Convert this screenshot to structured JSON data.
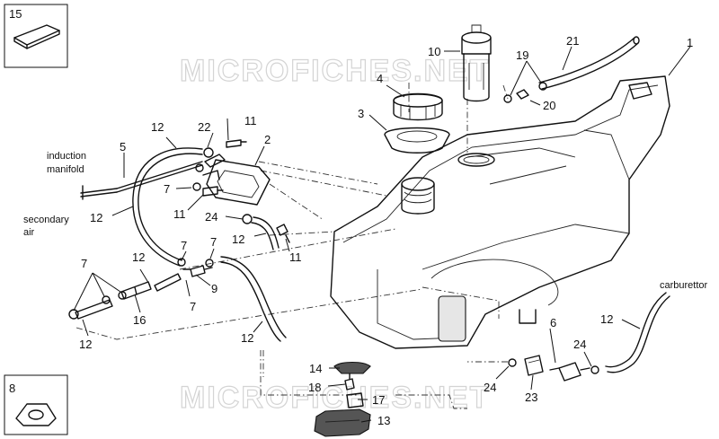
{
  "watermark": "MICROFICHES.NET",
  "notes": {
    "induction_1": "induction",
    "induction_2": "manifold",
    "secondary_1": "secondary",
    "secondary_2": "air",
    "carburettor": "carburettor"
  },
  "callouts": {
    "c1": "1",
    "c2": "2",
    "c3": "3",
    "c4": "4",
    "c5": "5",
    "c6": "6",
    "c7": "7",
    "c8": "8",
    "c9": "9",
    "c10": "10",
    "c11": "11",
    "c12": "12",
    "c13": "13",
    "c14": "14",
    "c15": "15",
    "c16": "16",
    "c17": "17",
    "c18": "18",
    "c19": "19",
    "c20": "20",
    "c21": "21",
    "c22": "22",
    "c23": "23",
    "c24": "24"
  }
}
